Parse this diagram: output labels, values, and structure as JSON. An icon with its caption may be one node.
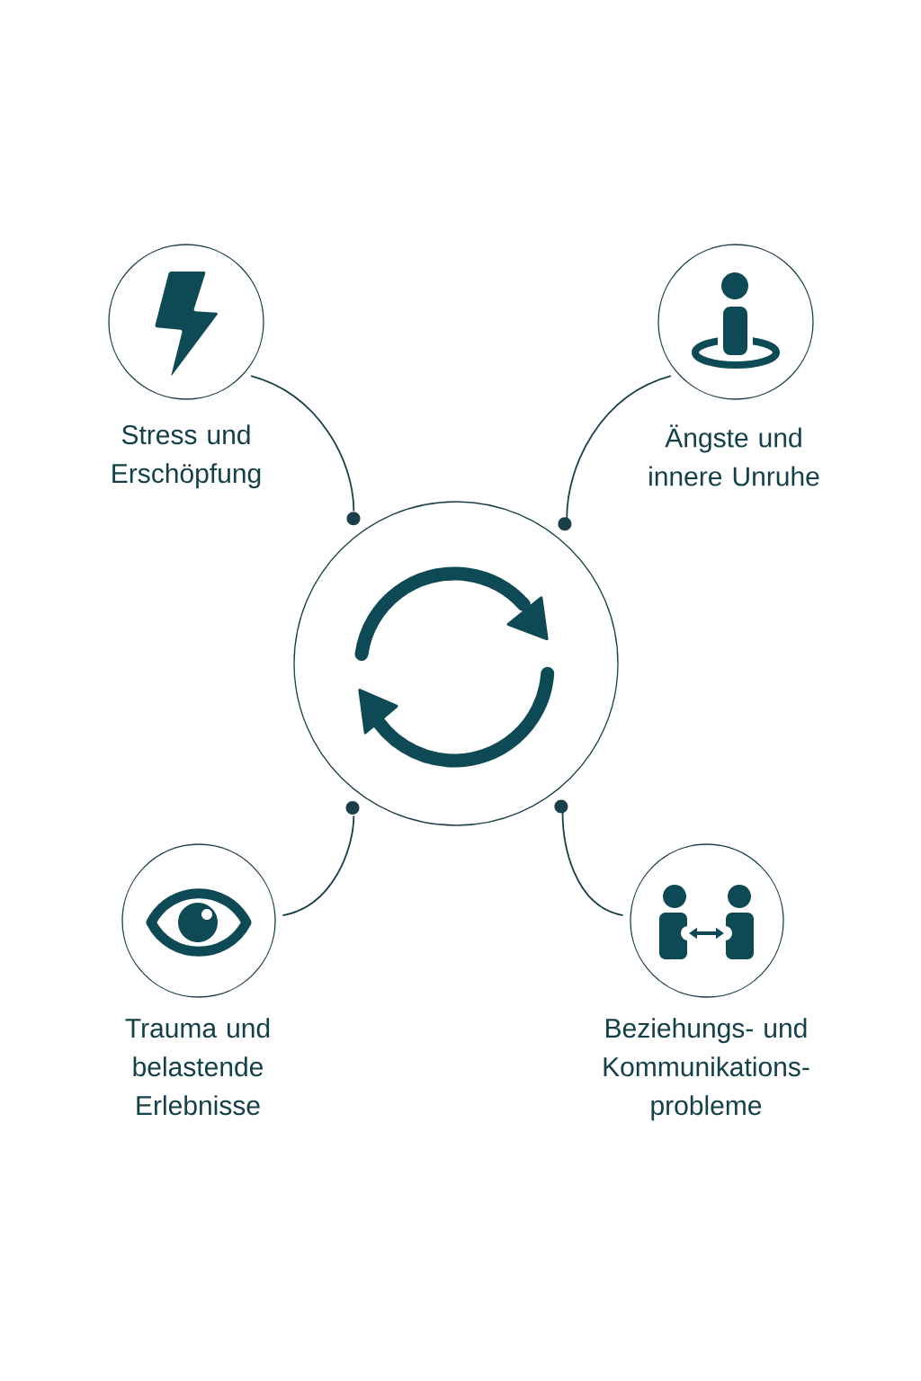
{
  "diagram": {
    "nodes": [
      {
        "text": [
          "Stress und Erschöpfung"
        ]
      },
      {
        "text": [
          "Ängste und innere Unruhe"
        ]
      },
      {
        "text": [],
        "shape": "circle"
      },
      {
        "text": [
          "Trauma und belastende Erlebnisse"
        ]
      },
      {
        "text": [
          "Beziehungs- und Kommunikations- probleme"
        ]
      }
    ],
    "edges": [
      {
        "from": 0,
        "to": 2,
        "arrow": "other"
      },
      {
        "from": 1,
        "to": 2,
        "arrow": "other"
      },
      {
        "from": 3,
        "to": 2,
        "arrow": "other"
      },
      {
        "from": 4,
        "to": 2,
        "arrow": "other"
      }
    ]
  }
}
